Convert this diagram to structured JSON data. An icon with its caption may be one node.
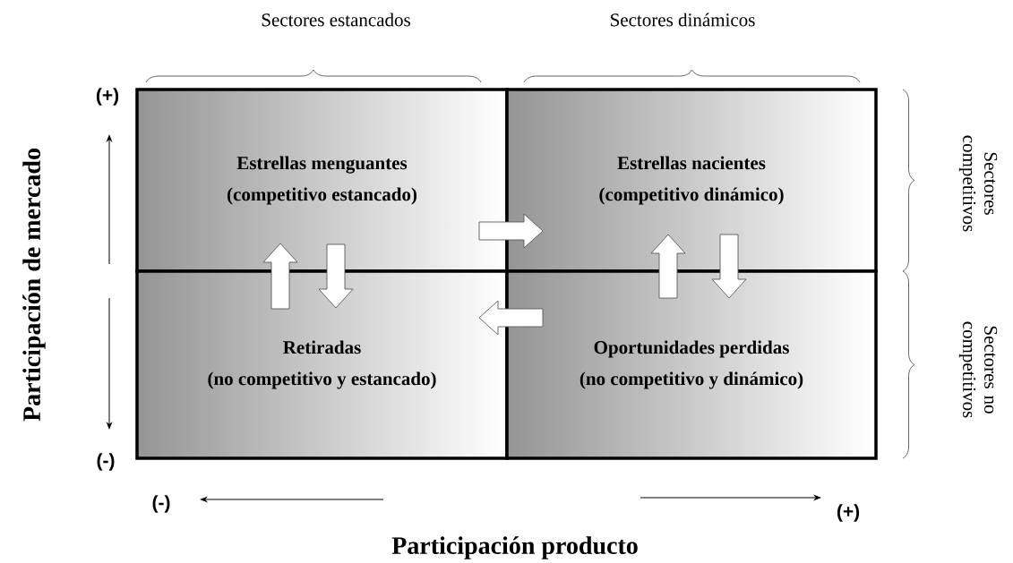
{
  "diagram": {
    "nodes": [
      {
        "text": [
          "Estrellas menguantes",
          "(competitivo estancado)"
        ]
      },
      {
        "text": [
          "Estrellas nacientes",
          "(competitivo dinámico)"
        ]
      },
      {
        "text": [
          "Retiradas",
          "(no competitivo y estancado)"
        ]
      },
      {
        "text": [
          "Oportunidades perdidas",
          "(no competitivo y dinámico)"
        ]
      }
    ],
    "edges": [
      {
        "from": 0,
        "to": 1,
        "arrow": "to"
      },
      {
        "from": 3,
        "to": 2,
        "arrow": "to"
      },
      {
        "from": 2,
        "to": 0,
        "arrow": "to"
      },
      {
        "from": 0,
        "to": 2,
        "arrow": "to"
      },
      {
        "from": 3,
        "to": 1,
        "arrow": "to"
      },
      {
        "from": 1,
        "to": 3,
        "arrow": "to"
      }
    ],
    "labels": [
      "Sectores estancados",
      "Sectores dinámicos",
      "(+)",
      "Participación de mercado",
      "Sectores competitivos",
      "Sectores no competitivos",
      "(-)",
      "(-)",
      "(+)",
      "Participación producto"
    ]
  }
}
